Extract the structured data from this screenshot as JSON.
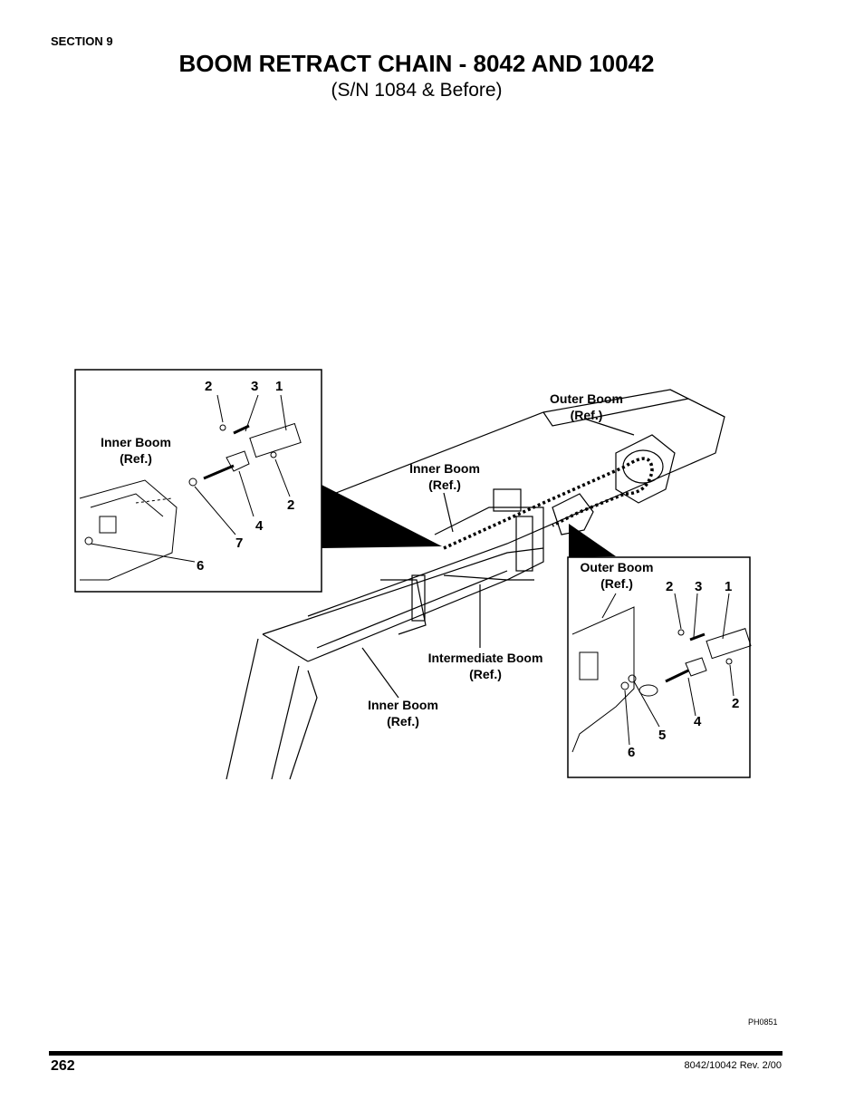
{
  "header": {
    "section": "SECTION 9",
    "title": "BOOM RETRACT CHAIN - 8042 AND 10042",
    "subtitle": "(S/N 1084 & Before)"
  },
  "diagram": {
    "main_labels": {
      "outer_boom_line1": "Outer Boom",
      "outer_boom_line2": "(Ref.)",
      "inner_boom_top_line1": "Inner Boom",
      "inner_boom_top_line2": "(Ref.)",
      "intermediate_line1": "Intermediate Boom",
      "intermediate_line2": "(Ref.)",
      "inner_boom_bottom_line1": "Inner Boom",
      "inner_boom_bottom_line2": "(Ref.)"
    },
    "left_inset": {
      "label_line1": "Inner Boom",
      "label_line2": "(Ref.)",
      "callouts": [
        "2",
        "3",
        "1",
        "2",
        "4",
        "7",
        "6"
      ]
    },
    "right_inset": {
      "label_line1": "Outer Boom",
      "label_line2": "(Ref.)",
      "callouts": [
        "2",
        "3",
        "1",
        "2",
        "4",
        "5",
        "6"
      ]
    },
    "figure_code": "PH0851"
  },
  "footer": {
    "page_number": "262",
    "revision": "8042/10042 Rev. 2/00"
  }
}
